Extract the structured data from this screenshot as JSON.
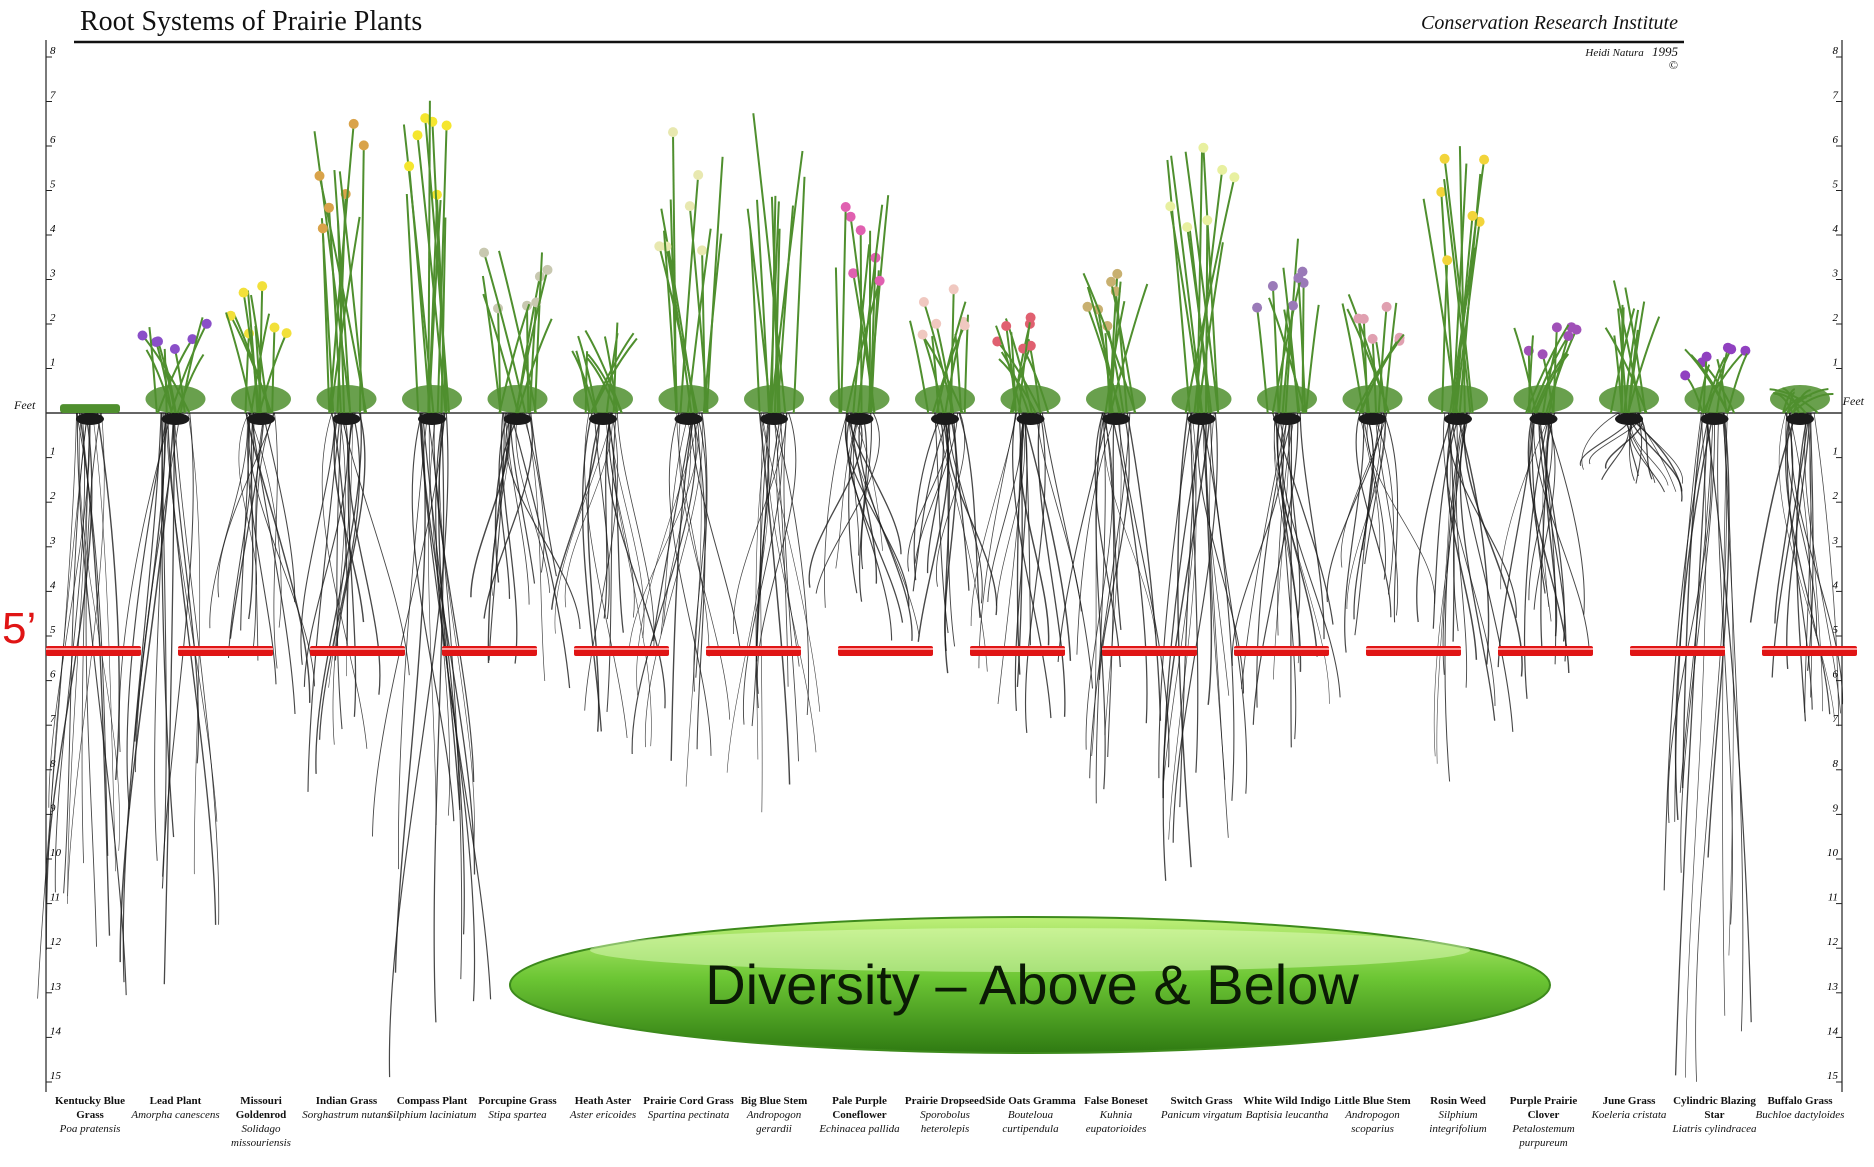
{
  "title": "Root Systems of Prairie Plants",
  "institute": "Conservation Research Institute",
  "credit": "Heidi Natura",
  "year": "1995",
  "copyright_symbol": "©",
  "axis_unit": "Feet",
  "above_ticks": [
    "1",
    "2",
    "3",
    "4",
    "5",
    "6",
    "7",
    "8"
  ],
  "below_ticks": [
    "1",
    "2",
    "3",
    "4",
    "5",
    "6",
    "7",
    "8",
    "9",
    "10",
    "11",
    "12",
    "13",
    "14",
    "15"
  ],
  "marker_label": "5’",
  "banner_text": "Diversity – Above & Below",
  "colors": {
    "marker": "#e01515",
    "banner": "#5cb82a",
    "foliage": "#4f8f2e",
    "root": "#1a1a1a"
  },
  "plants": [
    {
      "common": "Kentucky Blue Grass",
      "scientific": "Poa pratensis",
      "height_ft": 0.2,
      "root_ft": 13.5,
      "flower": "none"
    },
    {
      "common": "Lead Plant",
      "scientific": "Amorpha canescens",
      "height_ft": 2.2,
      "root_ft": 13,
      "flower": "#8a4fc8"
    },
    {
      "common": "Missouri Goldenrod",
      "scientific": "Solidago missouriensis",
      "height_ft": 3,
      "root_ft": 7,
      "flower": "#f2e03a"
    },
    {
      "common": "Indian Grass",
      "scientific": "Sorghastrum nutans",
      "height_ft": 7,
      "root_ft": 8.5,
      "flower": "#d9a34a"
    },
    {
      "common": "Compass Plant",
      "scientific": "Silphium laciniatum",
      "height_ft": 7.2,
      "root_ft": 15,
      "flower": "#f5e62e"
    },
    {
      "common": "Porcupine Grass",
      "scientific": "Stipa spartea",
      "height_ft": 3.8,
      "root_ft": 6.2,
      "flower": "#c8c8b0"
    },
    {
      "common": "Heath Aster",
      "scientific": "Aster ericoides",
      "height_ft": 2.2,
      "root_ft": 7.5,
      "flower": "none"
    },
    {
      "common": "Prairie Cord Grass",
      "scientific": "Spartina pectinata",
      "height_ft": 6.5,
      "root_ft": 8.5,
      "flower": "#e8e8b0"
    },
    {
      "common": "Big Blue Stem",
      "scientific": "Andropogon gerardii",
      "height_ft": 6.8,
      "root_ft": 9,
      "flower": "none"
    },
    {
      "common": "Pale Purple Coneflower",
      "scientific": "Echinacea pallida",
      "height_ft": 5.2,
      "root_ft": 5.2,
      "flower": "#e060b0"
    },
    {
      "common": "Prairie Dropseed",
      "scientific": "Sporobolus heterolepis",
      "height_ft": 3,
      "root_ft": 6,
      "flower": "#f0c8c0"
    },
    {
      "common": "Side Oats Gramma",
      "scientific": "Bouteloua curtipendula",
      "height_ft": 2.2,
      "root_ft": 7.5,
      "flower": "#e06070"
    },
    {
      "common": "False Boneset",
      "scientific": "Kuhnia eupatorioides",
      "height_ft": 3.2,
      "root_ft": 8.8,
      "flower": "#c8b070"
    },
    {
      "common": "Switch Grass",
      "scientific": "Panicum virgatum",
      "height_ft": 6,
      "root_ft": 10.5,
      "flower": "#e8f0a0"
    },
    {
      "common": "White Wild Indigo",
      "scientific": "Baptisia leucantha",
      "height_ft": 4,
      "root_ft": 7.5,
      "flower": "#9a7ab8"
    },
    {
      "common": "Little Blue Stem",
      "scientific": "Andropogon scoparius",
      "height_ft": 2.7,
      "root_ft": 5.5,
      "flower": "#e0a0b0"
    },
    {
      "common": "Rosin Weed",
      "scientific": "Silphium integrifolium",
      "height_ft": 6,
      "root_ft": 8.3,
      "flower": "#f2d43a"
    },
    {
      "common": "Purple Prairie Clover",
      "scientific": "Petalostemum purpureum",
      "height_ft": 2,
      "root_ft": 6.5,
      "flower": "#a050b8"
    },
    {
      "common": "June Grass",
      "scientific": "Koeleria cristata",
      "height_ft": 3,
      "root_ft": 2,
      "flower": "none"
    },
    {
      "common": "Cylindric Blazing Star",
      "scientific": "Liatris cylindracea",
      "height_ft": 1.5,
      "root_ft": 15,
      "flower": "#9040c0"
    },
    {
      "common": "Buffalo Grass",
      "scientific": "Buchloe dactyloides",
      "height_ft": 0.6,
      "root_ft": 7.5,
      "flower": "none"
    }
  ]
}
